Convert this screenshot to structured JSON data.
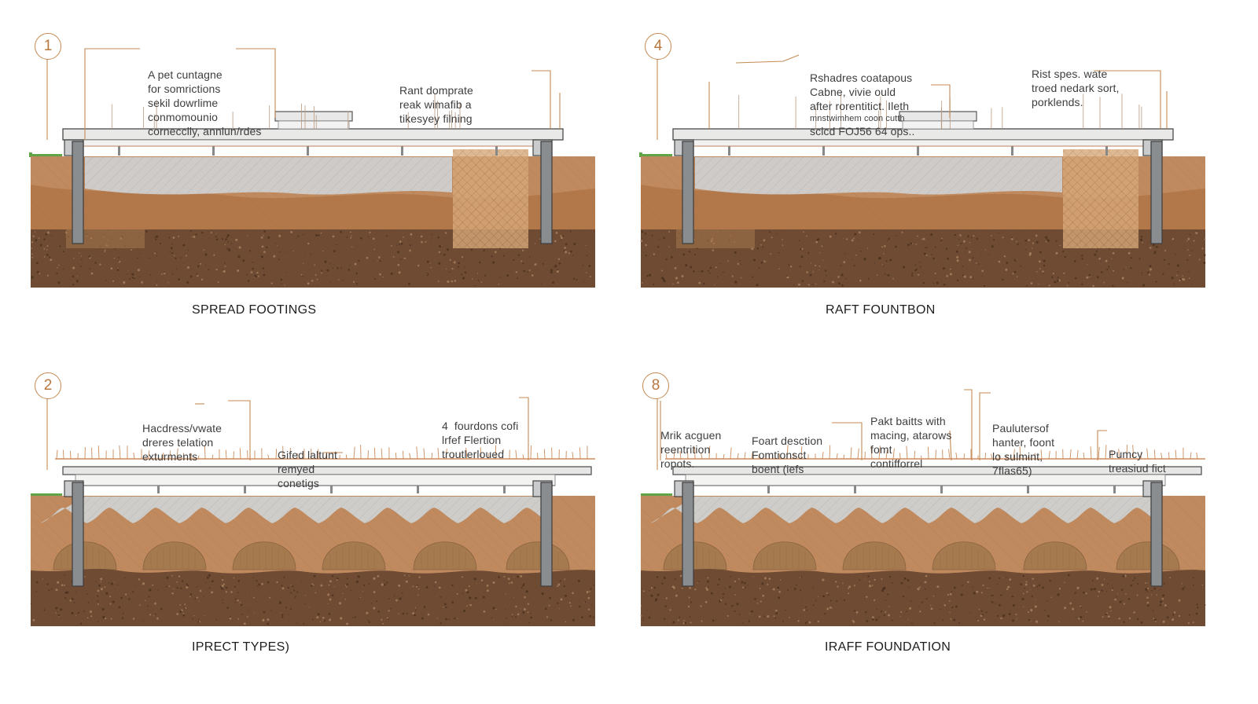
{
  "colors": {
    "soil_deep": "#6e4b32",
    "soil_mid": "#b3784a",
    "soil_upper": "#c08a5e",
    "fill_gray": "#cfd2d4",
    "pier": "#8a8d90",
    "accent": "#c48a52",
    "grass": "#5fa447"
  },
  "panels": [
    {
      "badge": "1",
      "caption": "SPREAD FOOTINGS",
      "notes": [
        {
          "lines": [
            "A pet cuntagne",
            "for somrictions",
            "sekil dowrlime",
            "conmomounio",
            "cornecclly, annlun/rdes"
          ]
        },
        {
          "lines": [
            "Rant domprate",
            "reak wimafib a",
            "tikesyey filning"
          ]
        }
      ]
    },
    {
      "badge": "4",
      "caption": "RAFT FOUNTBON",
      "notes": [
        {
          "lines": [
            "Rshadres coatapous",
            "Cabne, vivie ould",
            "after rorentitict. Ileth",
            "mnstwimhem coon cutth",
            "sclcd FOJ56 64 ops.."
          ]
        },
        {
          "lines": [
            "Rist spes. wate",
            "troed nedark sort,",
            "porklends."
          ]
        }
      ]
    },
    {
      "badge": "2",
      "caption": "IPRECT TYPES)",
      "notes": [
        {
          "lines": [
            "Hacdress/vwate",
            "dreres telation",
            "exturments"
          ]
        },
        {
          "lines": [
            "Gifed laltunt",
            "remyed",
            "conetigs"
          ]
        },
        {
          "lines": [
            "4  fourdons cofi",
            "lrfef Flertion",
            "troutlerloued"
          ]
        }
      ]
    },
    {
      "badge": "8",
      "caption": "IRAFF FOUNDATION",
      "notes": [
        {
          "lines": [
            "Mrik acguen",
            "reentrition",
            "ropots."
          ]
        },
        {
          "lines": [
            "Foart desction",
            "Fomtionsct",
            "boent (iefs"
          ]
        },
        {
          "lines": [
            "Pakt baitts with",
            "macing, atarows",
            "fomt",
            "contifforrel"
          ]
        },
        {
          "lines": [
            "Paulutersof",
            "hanter, foont",
            "lo sulmint,",
            "7flas65)"
          ]
        },
        {
          "lines": [
            "Pumcy",
            "treasiud fict"
          ]
        }
      ]
    }
  ]
}
